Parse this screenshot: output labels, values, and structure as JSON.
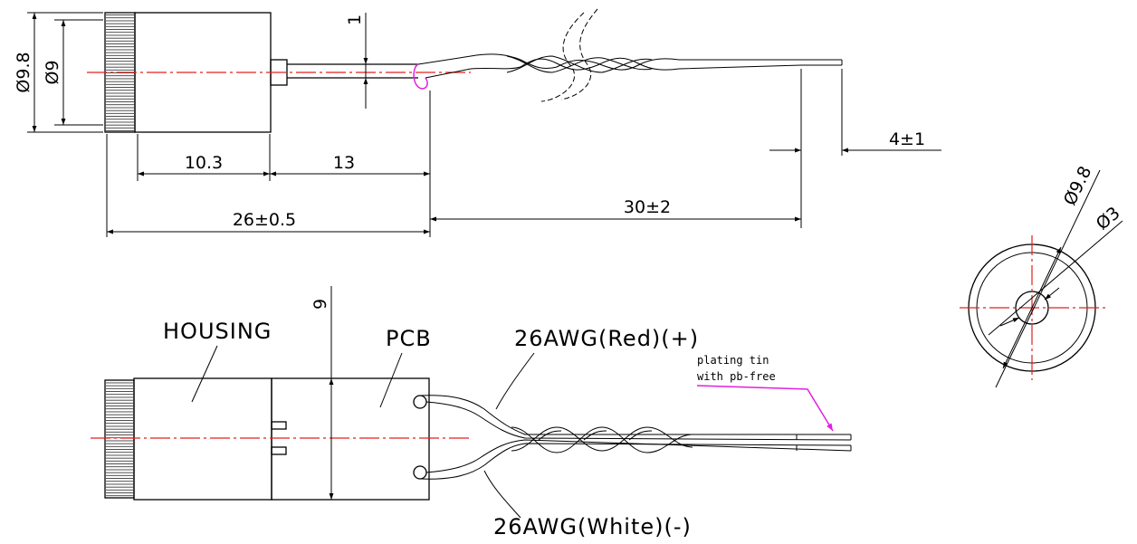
{
  "colors": {
    "line": "#000000",
    "centerline": "#e02020",
    "annotation": "#e020e0"
  },
  "top_view": {
    "dim_diameter_outer": "Ø9.8",
    "dim_diameter_inner": "Ø9",
    "dim_pin": "1",
    "dim_body": "10.3",
    "dim_pin_length": "13",
    "dim_total": "26±0.5",
    "dim_wire": "30±2",
    "dim_strip": "4±1"
  },
  "end_view": {
    "dim_outer": "Ø9.8",
    "dim_hole": "Ø3"
  },
  "bottom_view": {
    "housing_label": "HOUSING",
    "pcb_label": "PCB",
    "dim_height": "9",
    "wire_red_label": "26AWG(Red)(+)",
    "wire_white_label": "26AWG(White)(-)",
    "tin_line1": "plating tin",
    "tin_line2": "with pb-free"
  }
}
